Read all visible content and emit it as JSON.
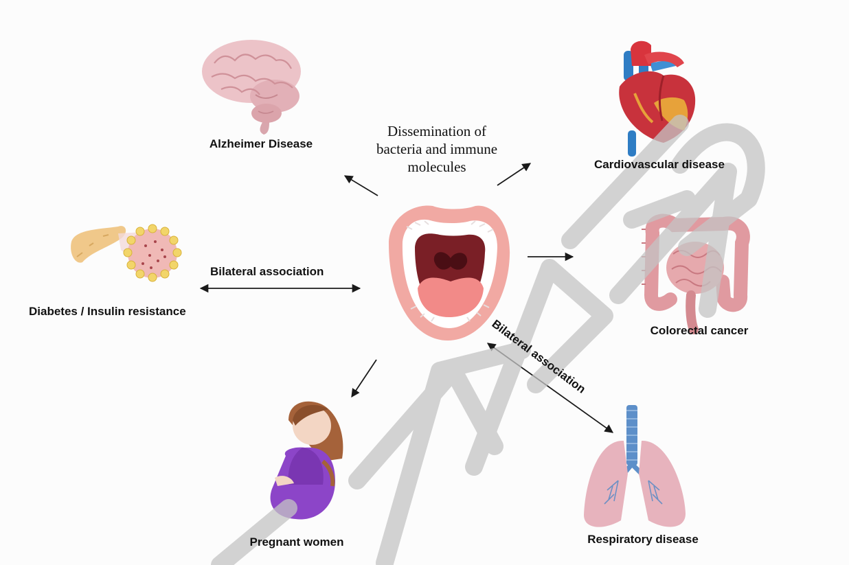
{
  "center_caption": {
    "line1": "Dissemination of",
    "line2": "bacteria and immune",
    "line3": "molecules"
  },
  "labels": {
    "alzheimer": "Alzheimer Disease",
    "cardiovascular": "Cardiovascular disease",
    "colorectal": "Colorectal cancer",
    "respiratory": "Respiratory disease",
    "pregnant": "Pregnant women",
    "diabetes": "Diabetes / Insulin resistance"
  },
  "links": {
    "left_association": "Bilateral association",
    "diagonal_association": "Bilateral association"
  },
  "watermark": "ACCEPTED",
  "colors": {
    "arrow": "#1a1a1a",
    "watermark": "#bdbdbd",
    "brain": "#e8bcc2",
    "heart": "#c8323c",
    "lungs": "#e7b3bd",
    "intestine": "#e09aa0",
    "dress": "#8c45c8",
    "hair": "#a5623a"
  }
}
